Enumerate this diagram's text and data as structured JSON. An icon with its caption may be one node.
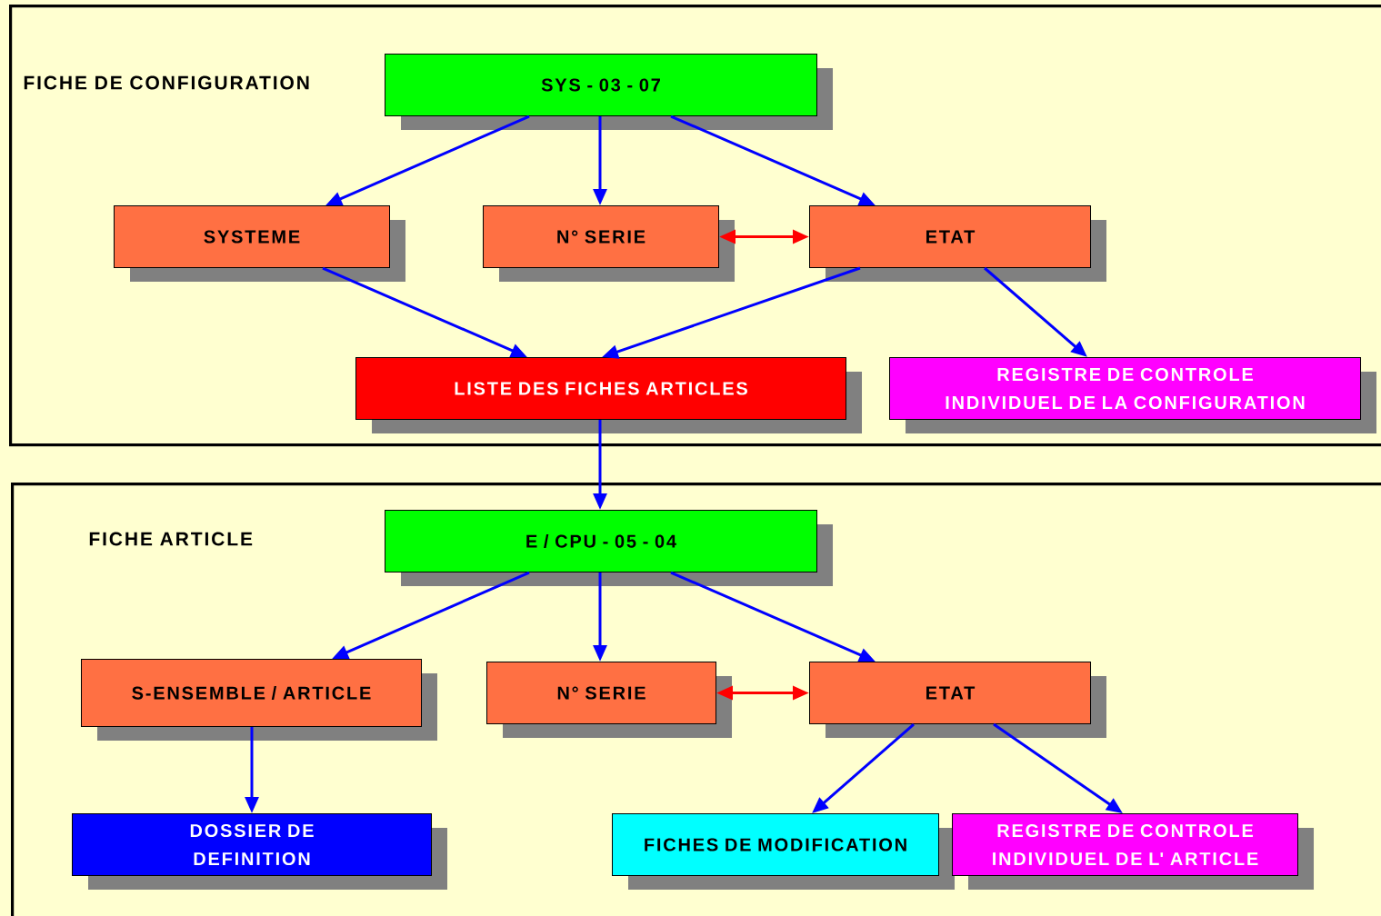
{
  "diagram": {
    "nodes": [
      {
        "text": [
          "FICHE DE CONFIGURATION"
        ]
      },
      {
        "text": [
          "SYS - 03 - 07"
        ],
        "in": 0
      },
      {
        "text": [
          "SYSTEME"
        ],
        "in": 0
      },
      {
        "text": [
          "N° SERIE"
        ],
        "in": 0
      },
      {
        "text": [
          "ETAT"
        ],
        "in": 0
      },
      {
        "text": [
          "LISTE DES FICHES ARTICLES"
        ],
        "in": 0
      },
      {
        "text": [
          "REGISTRE DE CONTROLE INDIVIDUEL DE LA CONFIGURATION"
        ],
        "in": 0
      },
      {
        "text": [
          "FICHE ARTICLE"
        ]
      },
      {
        "text": [
          "E / CPU - 05 - 04"
        ],
        "in": 7
      },
      {
        "text": [
          "S-ENSEMBLE / ARTICLE"
        ],
        "in": 7
      },
      {
        "text": [
          "N° SERIE"
        ],
        "in": 7
      },
      {
        "text": [
          "ETAT"
        ],
        "in": 7
      },
      {
        "text": [
          "DOSSIER DE DEFINITION"
        ],
        "in": 7
      },
      {
        "text": [
          "FICHES DE MODIFICATION"
        ],
        "in": 7
      },
      {
        "text": [
          "REGISTRE DE CONTROLE INDIVIDUEL DE L' ARTICLE"
        ],
        "in": 7
      }
    ],
    "edges": [
      {
        "from": 1,
        "to": 2,
        "arrow": "to"
      },
      {
        "from": 1,
        "to": 3,
        "arrow": "to"
      },
      {
        "from": 1,
        "to": 4,
        "arrow": "to"
      },
      {
        "from": 3,
        "to": 4,
        "arrow": "both",
        "color": "#ff0000"
      },
      {
        "from": 2,
        "to": 5,
        "arrow": "to"
      },
      {
        "from": 4,
        "to": 5,
        "arrow": "to"
      },
      {
        "from": 4,
        "to": 6,
        "arrow": "to"
      },
      {
        "from": 5,
        "to": 8,
        "arrow": "to"
      },
      {
        "from": 8,
        "to": 9,
        "arrow": "to"
      },
      {
        "from": 8,
        "to": 10,
        "arrow": "to"
      },
      {
        "from": 8,
        "to": 11,
        "arrow": "to"
      },
      {
        "from": 10,
        "to": 11,
        "arrow": "both",
        "color": "#ff0000"
      },
      {
        "from": 9,
        "to": 12,
        "arrow": "to"
      },
      {
        "from": 11,
        "to": 13,
        "arrow": "to"
      },
      {
        "from": 11,
        "to": 14,
        "arrow": "to"
      }
    ]
  }
}
